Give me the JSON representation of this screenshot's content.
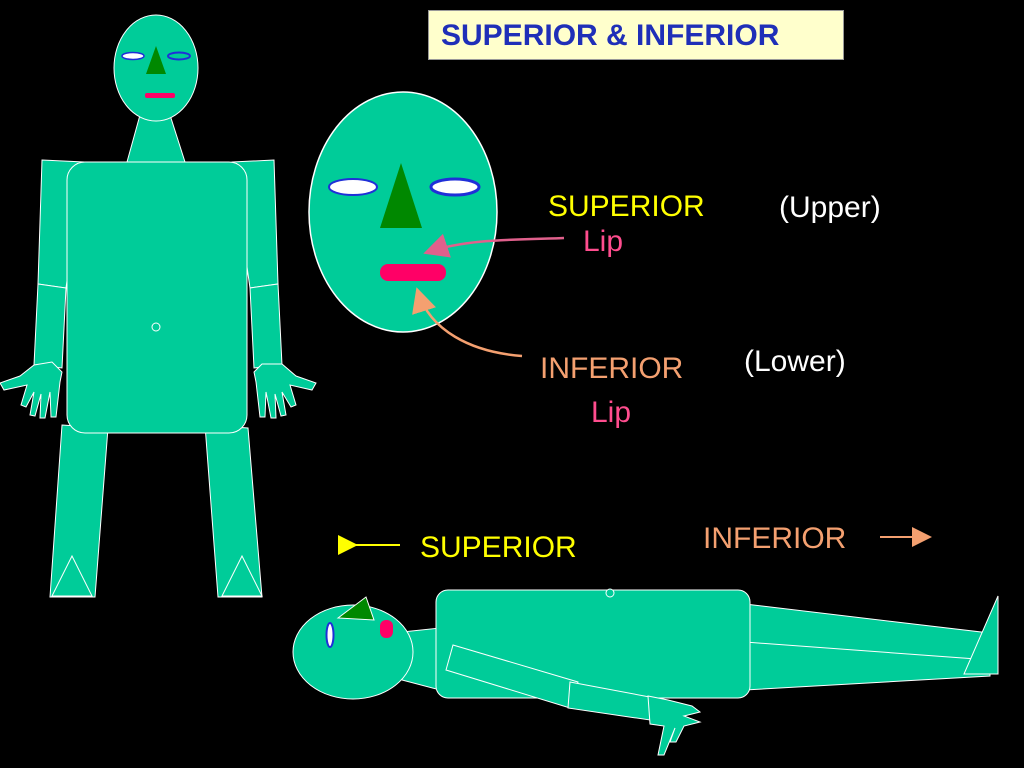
{
  "title": "SUPERIOR & INFERIOR",
  "face_labels": {
    "superior": "SUPERIOR",
    "upper": "(Upper)",
    "superior_lip": "Lip",
    "inferior": "INFERIOR",
    "lower": "(Lower)",
    "inferior_lip": "Lip"
  },
  "lying_labels": {
    "superior": "SUPERIOR",
    "inferior": "INFERIOR"
  },
  "colors": {
    "background": "#000000",
    "body": "#00CC99",
    "nose": "#008800",
    "lip": "#FF0066",
    "eye_outline": "#1F2FD8",
    "title_bg": "#FFFFCC",
    "title_text": "#1F2FB8",
    "superior_text": "#FFFF00",
    "inferior_text": "#F4A070",
    "lip_text": "#FF4D8E",
    "neutral_text": "#FFFFFF"
  }
}
